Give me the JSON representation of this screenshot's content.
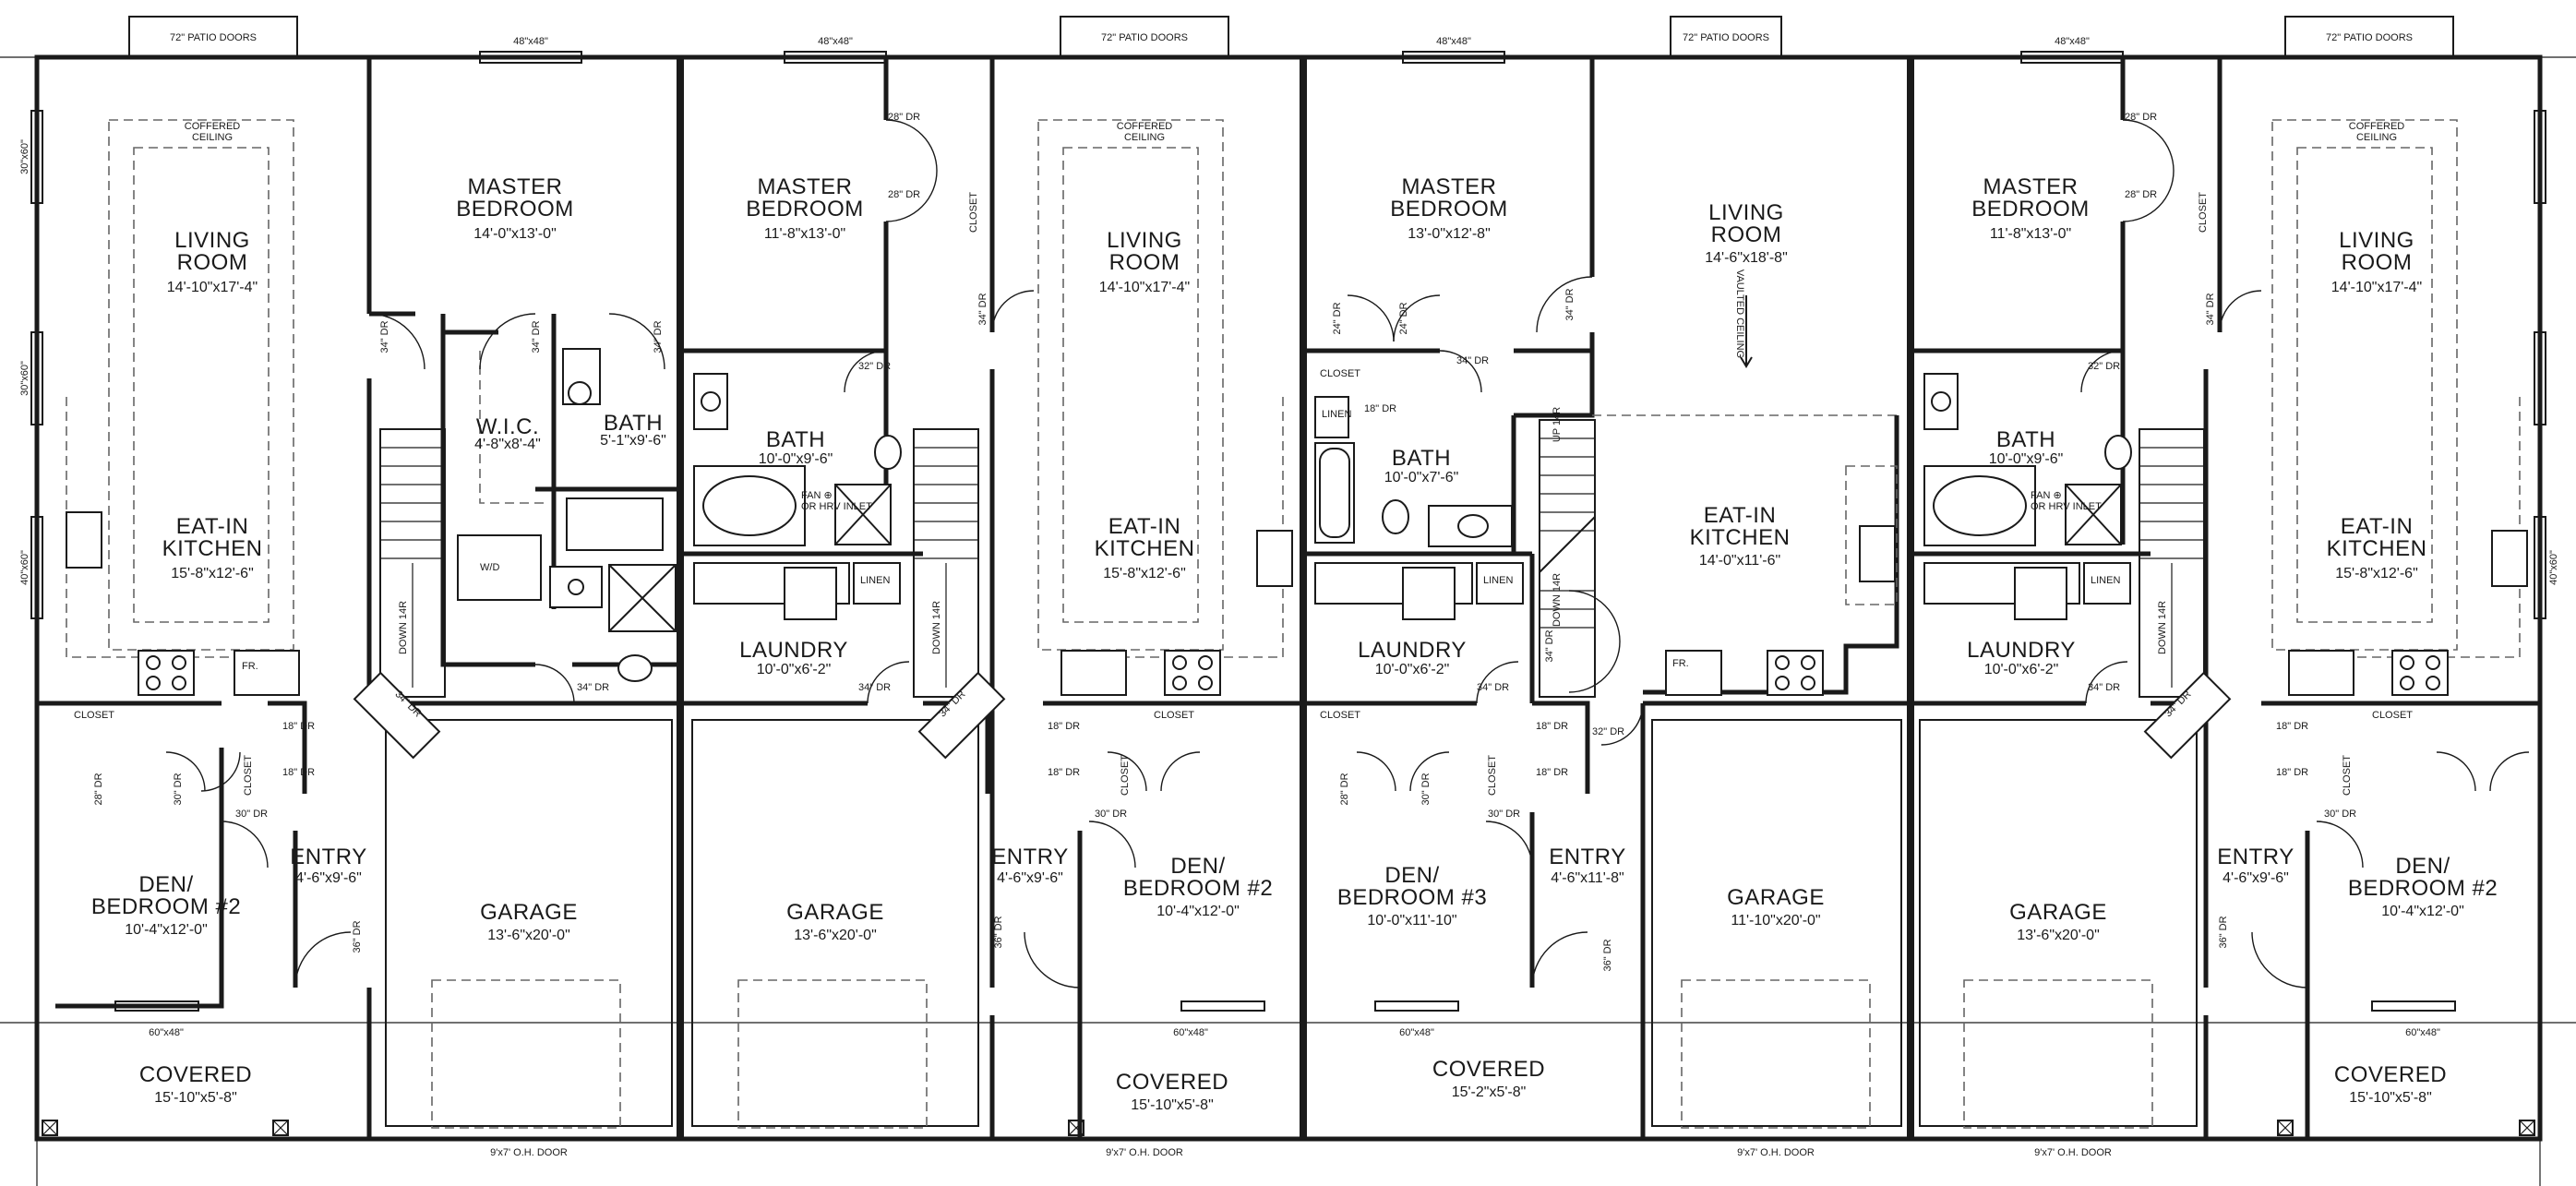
{
  "labels": {
    "patio_doors": "72\" PATIO DOORS",
    "window_48": "48\"x48\"",
    "window_60": "60\"x48\"",
    "window_30": "30\"x60\"",
    "window_40": "40\"x60\"",
    "coffered_1": "COFFERED",
    "coffered_2": "CEILING",
    "vaulted": "VAULTED CEILING",
    "closet": "CLOSET",
    "linen": "LINEN",
    "fr": "FR.",
    "wd": "W/D",
    "fan": "FAN ⊕",
    "hrv": "OR HRV INLET",
    "up": "UP 14R",
    "down": "DOWN 14R",
    "oh_door": "9'x7' O.H. DOOR",
    "d34": "34\" DR",
    "d32": "32\" DR",
    "d30": "30\" DR",
    "d28": "28\" DR",
    "d24": "24\" DR",
    "d18": "18\" DR",
    "d36": "36\" DR"
  },
  "rooms": {
    "living": "LIVING ROOM",
    "living_1": "LIVING",
    "living_2": "ROOM",
    "living_a_dim": "14'-10\"x17'-4\"",
    "living_c_dim": "14'-6\"x18'-8\"",
    "master_1": "MASTER",
    "master_2": "BEDROOM",
    "master_a_dim": "14'-0\"x13'-0\"",
    "master_b_dim": "11'-8\"x13'-0\"",
    "master_c_dim": "13'-0\"x12'-8\"",
    "wic": "W.I.C.",
    "wic_dim": "4'-8\"x8'-4\"",
    "bath": "BATH",
    "bath_a_dim": "5'-1\"x9'-6\"",
    "bath_b_dim": "10'-0\"x9'-6\"",
    "bath_c_dim": "10'-0\"x7'-6\"",
    "eatin_1": "EAT-IN",
    "eatin_2": "KITCHEN",
    "kitchen_a_dim": "15'-8\"x12'-6\"",
    "kitchen_c_dim": "14'-0\"x11'-6\"",
    "laundry": "LAUNDRY",
    "laundry_b_dim": "10'-0\"x6'-2\"",
    "laundry_c_dim": "10'-0\"x6'-2\"",
    "den_1": "DEN/",
    "den_2": "BEDROOM #2",
    "den_3": "BEDROOM #3",
    "den_a_dim": "10'-4\"x12'-0\"",
    "den_c_dim": "10'-0\"x11'-10\"",
    "entry": "ENTRY",
    "entry_a_dim": "4'-6\"x9'-6\"",
    "entry_c_dim": "4'-6\"x11'-8\"",
    "garage": "GARAGE",
    "garage_a_dim": "13'-6\"x20'-0\"",
    "garage_c_dim": "11'-10\"x20'-0\"",
    "covered": "COVERED",
    "covered_a_dim": "15'-10\"x5'-8\"",
    "covered_c_dim": "15'-2\"x5'-8\""
  }
}
